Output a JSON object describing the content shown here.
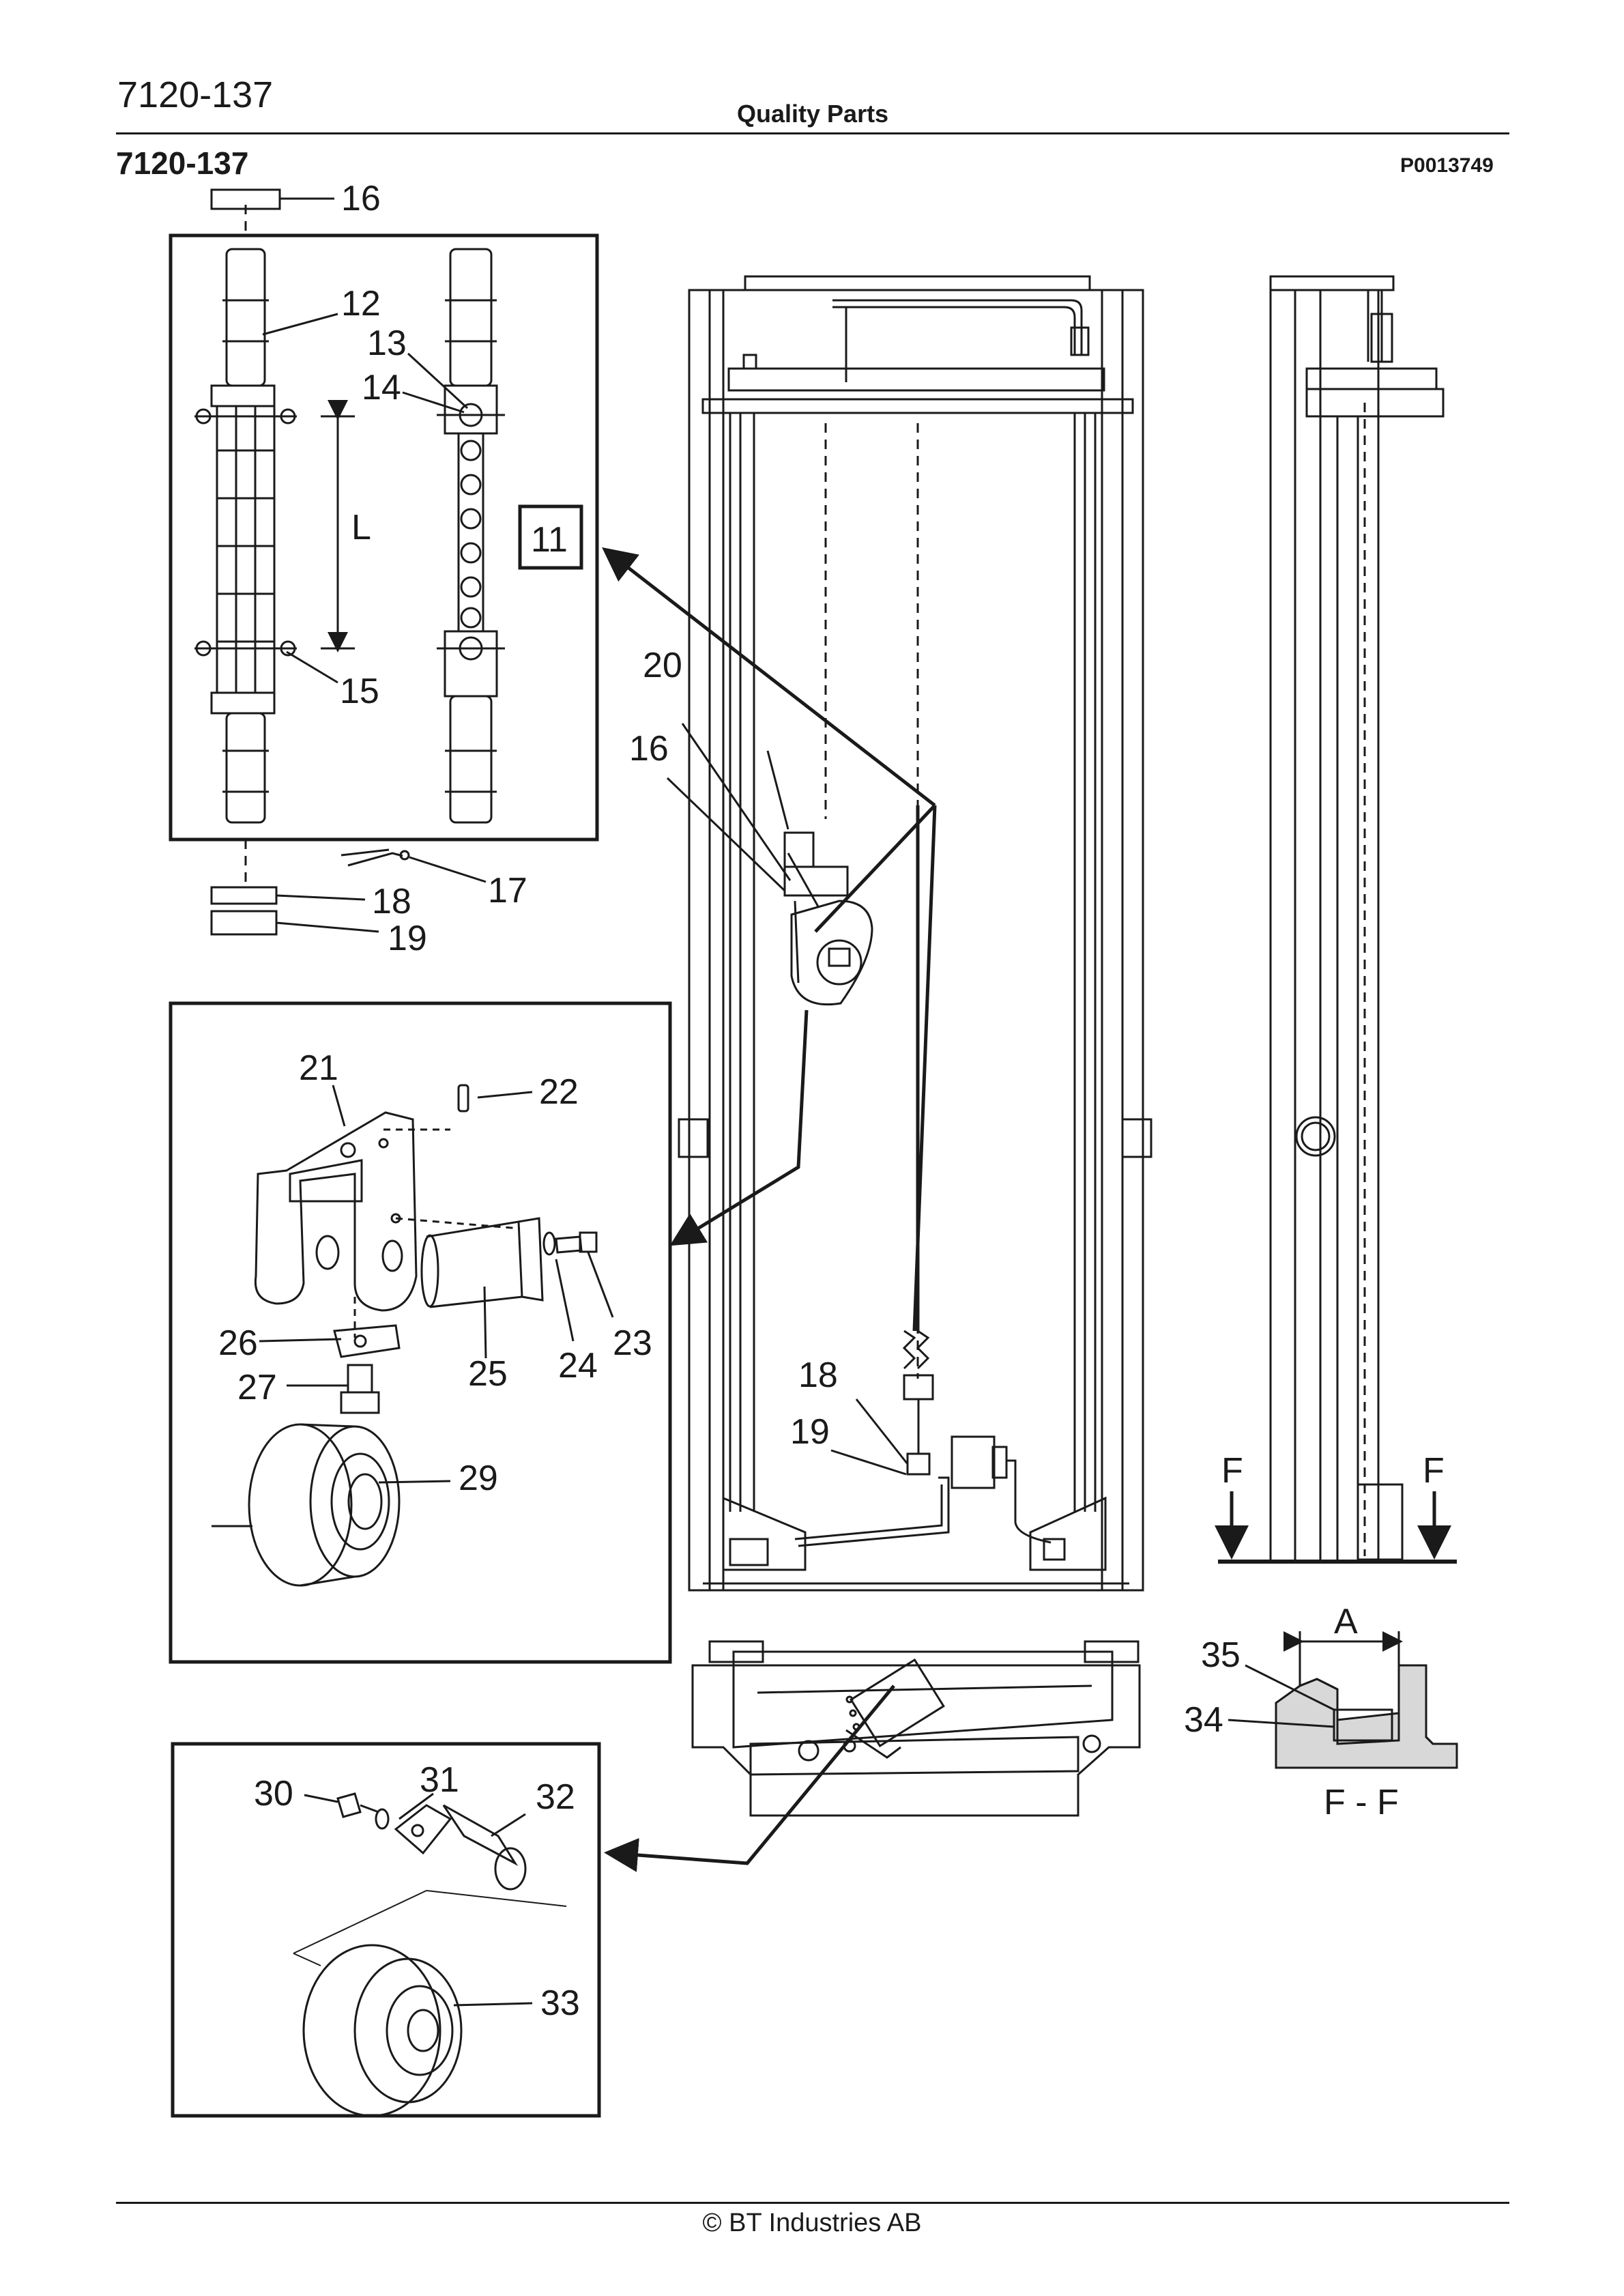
{
  "header": {
    "doc_number": "7120-137",
    "title": "Quality Parts"
  },
  "figure": {
    "title": "7120-137",
    "code": "P0013749"
  },
  "callouts": {
    "c16a": "16",
    "c12": "12",
    "c13": "13",
    "c14": "14",
    "cL": "L",
    "c11": "11",
    "c15": "15",
    "c17": "17",
    "c18a": "18",
    "c19a": "19",
    "c20": "20",
    "c16b": "16",
    "c21": "21",
    "c22": "22",
    "c23": "23",
    "c24": "24",
    "c25": "25",
    "c26": "26",
    "c27": "27",
    "c29": "29",
    "c18b": "18",
    "c19b": "19",
    "cF1": "F",
    "cF2": "F",
    "cA": "A",
    "c35": "35",
    "c34": "34",
    "cFF": "F - F",
    "c30": "30",
    "c31": "31",
    "c32": "32",
    "c33": "33"
  },
  "footer": {
    "copyright": "© BT Industries AB"
  }
}
